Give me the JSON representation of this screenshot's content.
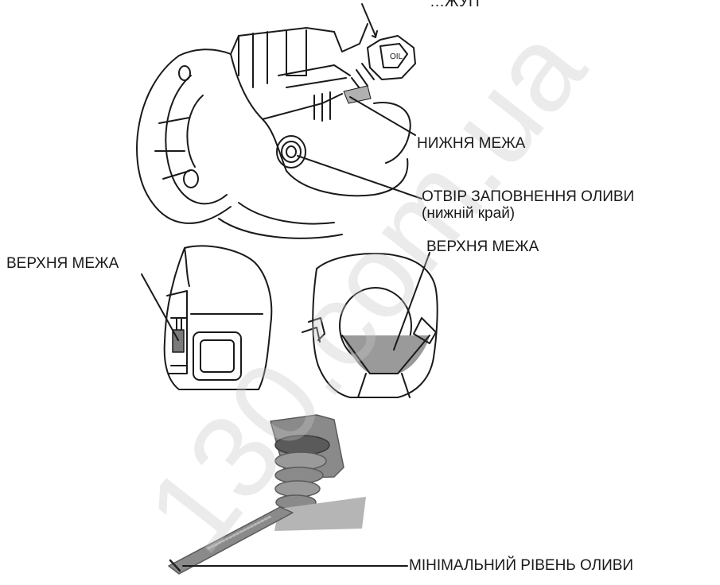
{
  "labels": {
    "dipstick_top": "…ЖУП",
    "lower_limit": "НИЖНЯ МЕЖА",
    "filler_line1": "ОТВІР ЗАПОВНЕННЯ ОЛИВИ",
    "filler_line2": "(нижній край)",
    "upper_limit_right": "ВЕРХНЯ МЕЖА",
    "upper_limit_left": "ВЕРХНЯ МЕЖА",
    "min_level": "МІНІМАЛЬНИЙ РІВЕНЬ ОЛИВИ"
  },
  "watermark": "130.com.ua",
  "colors": {
    "line": "#1a1a1a",
    "oil": "#9a9a9a",
    "plug": "#8a8a8a",
    "plug_dark": "#5a5a5a"
  }
}
